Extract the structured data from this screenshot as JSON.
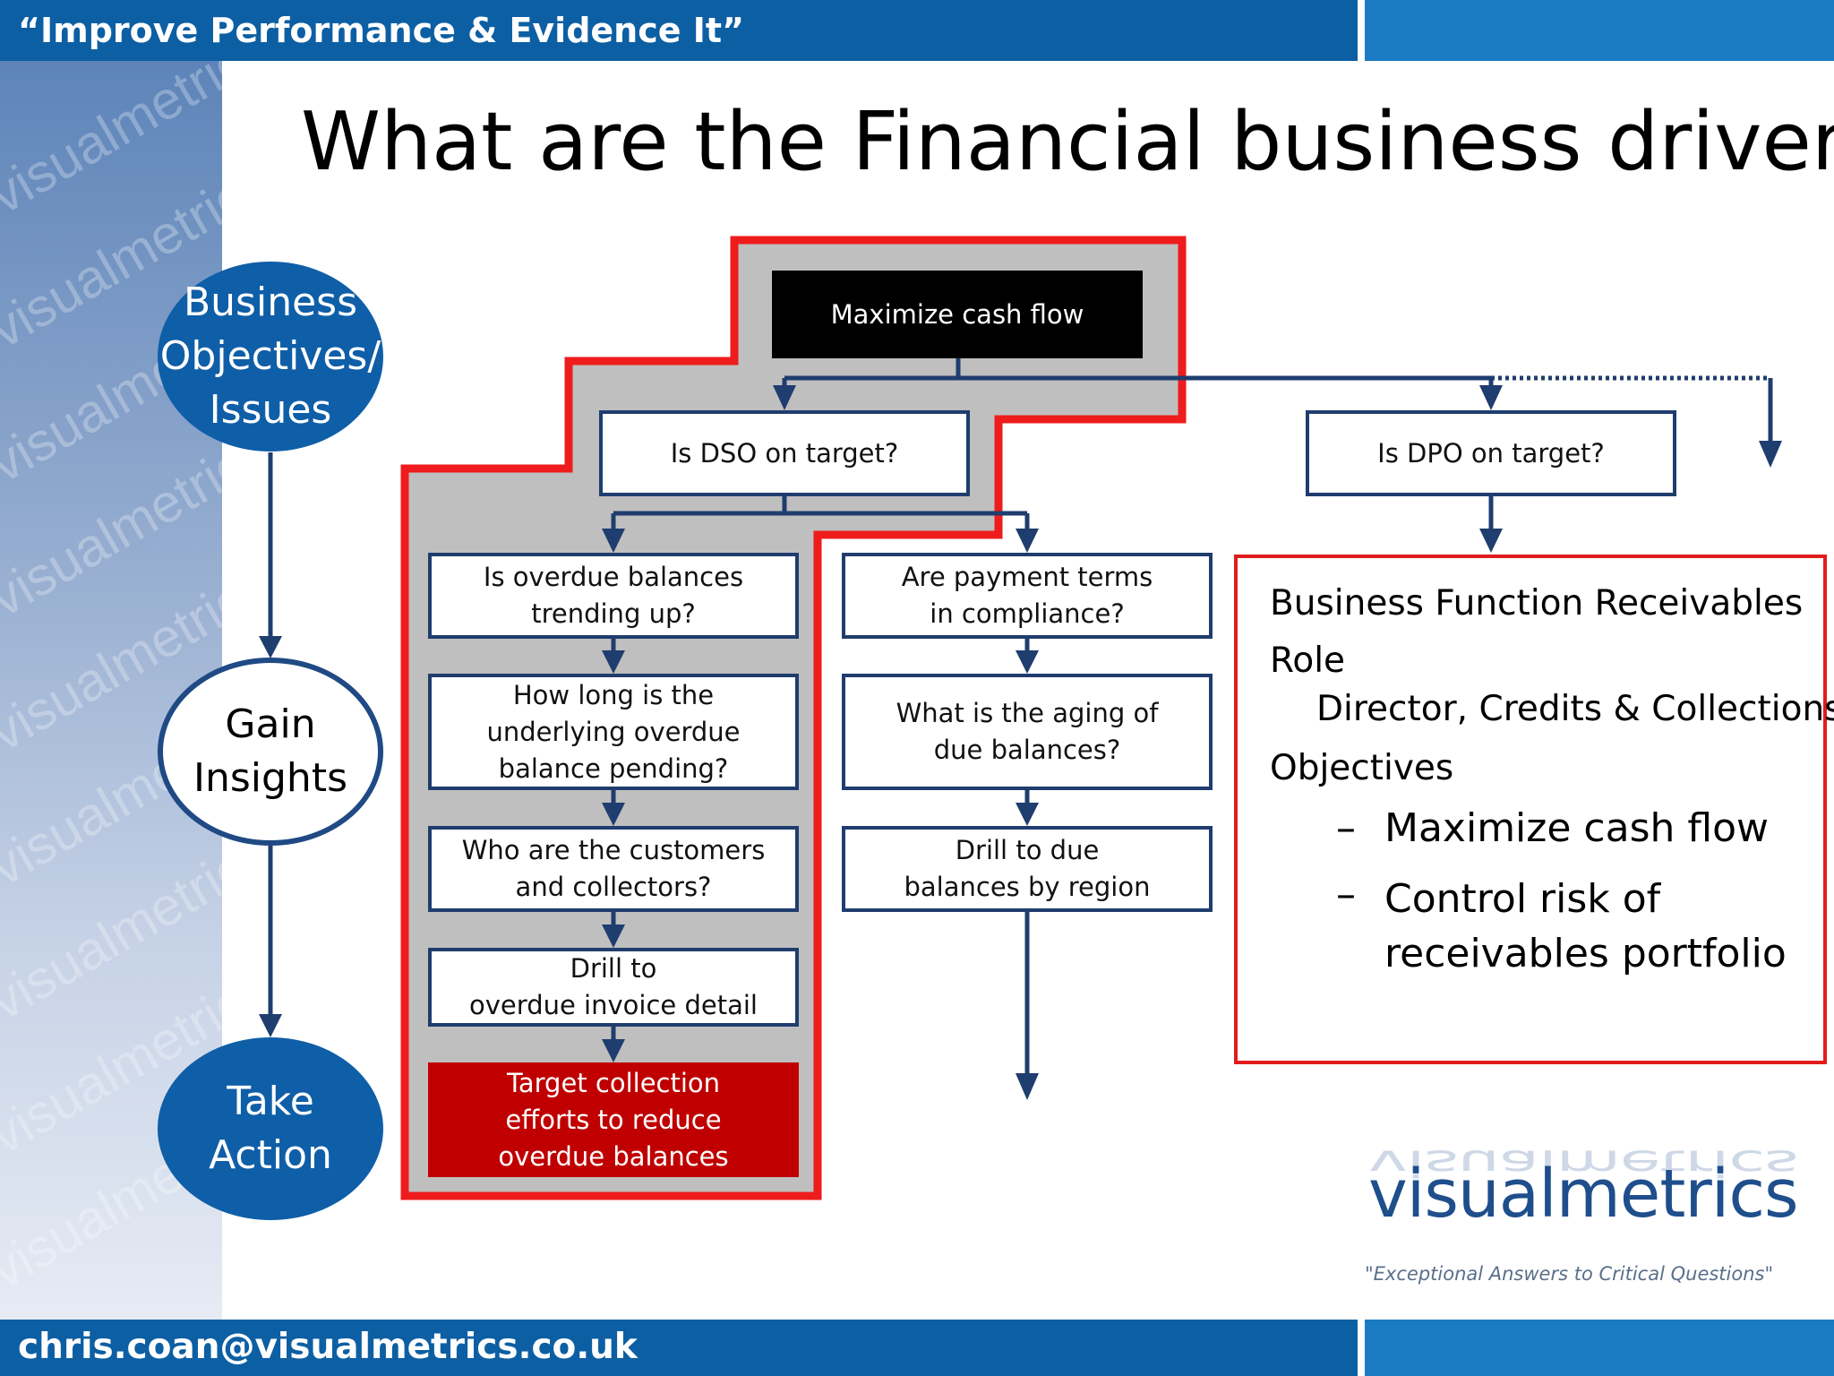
{
  "header": {
    "tagline": "“Improve Performance & Evidence It”"
  },
  "footer": {
    "email": "chris.coan@visualmetrics.co.uk"
  },
  "sidebar": {
    "watermark": "visualmetrics"
  },
  "title": "What are the Financial business drivers",
  "stages": [
    {
      "label": "Business\nObjectives/\nIssues"
    },
    {
      "label": "Gain\nInsights"
    },
    {
      "label": "Take\nAction"
    }
  ],
  "tree": {
    "root": "Maximize cash flow",
    "dso": "Is DSO on target?",
    "dpo": "Is DPO on target?",
    "left_branch": [
      "Is overdue balances\ntrending up?",
      "How long is the\nunderlying overdue\nbalance pending?",
      "Who are the customers\nand collectors?",
      "Drill to\noverdue invoice detail",
      "Target collection\nefforts to reduce\noverdue balances"
    ],
    "middle_branch": [
      "Are payment terms\nin compliance?",
      "What is the aging of\ndue balances?",
      "Drill to due\nbalances by region"
    ]
  },
  "info": {
    "business_function": "Business Function Receivables",
    "role_label": "Role",
    "role_value": "Director, Credits & Collections",
    "objectives_label": "Objectives",
    "dash": "–",
    "objectives": [
      "Maximize cash flow",
      "Control risk of\nreceivables portfolio"
    ]
  },
  "logo": {
    "name": "visualmetrics",
    "tagline": "\"Exceptional Answers to Critical Questions\""
  },
  "colors": {
    "primary_blue": "#0d5fa3",
    "navy_line": "#1f3d6e",
    "highlight_red": "#e11c1c",
    "action_red": "#c00000"
  }
}
